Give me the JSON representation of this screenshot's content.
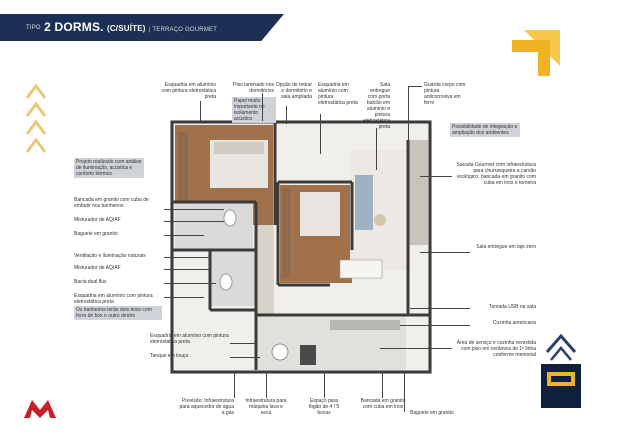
{
  "header": {
    "prefix": "TIPO",
    "title": "2 DORMS.",
    "suite": "(C/SUÍTE)",
    "subtitle": "| TERRAÇO GOURMET"
  },
  "colors": {
    "navy": "#1c2f55",
    "gold": "#f0b323",
    "red": "#c8202a",
    "wood": "#a0714a",
    "note_bg": "#cfd3d9"
  },
  "top_labels": [
    {
      "text": "Esquadria em alumínio com pintura eletrostática preta"
    },
    {
      "text": "Piso laminado nos dormitórios"
    },
    {
      "text": "Opção de retirar o dormitório e sala ampliada"
    },
    {
      "text": "Esquadria em alumínio com pintura eletrostática preta"
    },
    {
      "text": "Sala entregue com porta balcão em alumínio e pintura eletrostática preta"
    },
    {
      "text": "Guarda corpo com pintura anticorrosiva em ferro"
    }
  ],
  "notes": {
    "acoustic_sleep": "Papel muito importante no isolamento acústico",
    "design": "Projeto realizado com análise de iluminação, acústica e conforto térmico",
    "integration": "Possibilidade de integração e ampliação dos ambientes",
    "bath_ceiling": "Os banheiros terão dois teios com forro de box e outro dentro"
  },
  "left_labels": [
    "Bancada em granito com cuba de embutir nos banheiros",
    "Misturador de AQ/AF",
    "Baguete em granito",
    "Ventilação e iluminação naturais",
    "Misturador de AQ/AF",
    "Bacia dual flux",
    "Esquadria em alumínio com pintura eletrostática preta",
    "Esquadria em alumínio com pintura eletrostática preta",
    "Tanque em louça"
  ],
  "right_labels": [
    "Sacada Gourmet com infraestrutura para churrasqueira a carvão ecológico, bancada em granito com cuba em inox e torneira",
    "Sala entregue em laje zero",
    "Tomada USB na sala",
    "Cozinha americana",
    "Área de serviço e cozinha revestida com piso em cerâmica de 1ª linha conforme memorial"
  ],
  "bottom_labels": [
    "Previsão: Infraestrutura para aquecedor de água a gás",
    "Infraestrutura para máquina lava e seca",
    "Espaço para fogão de 4 / 5 bocas",
    "Bancada em granito com cuba em inox",
    "Baguete em granito"
  ],
  "icons": [
    "chevron-up-icon",
    "gold-arrow-icon",
    "brand-logo-icon",
    "book-cover-icon"
  ]
}
